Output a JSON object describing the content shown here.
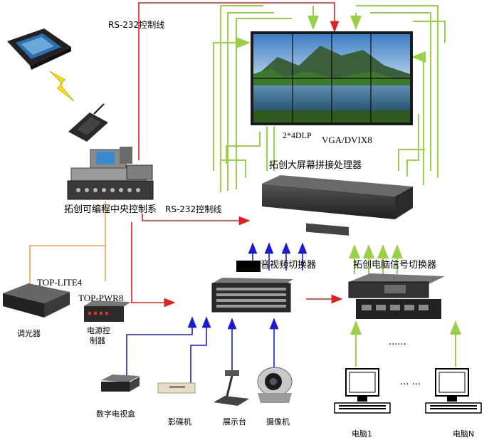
{
  "labels": {
    "rs232_top": "RS-232控制线",
    "rs232_mid": "RS-232控制线",
    "wall_spec": "2*4DLP",
    "wall_input": "VGA/DVIX8",
    "processor": "拓创大屏幕拼接处理器",
    "central": "拓创可编程中央控制系",
    "top_lite": "TOP-LITE4",
    "top_pwr": "TOP-PWR8",
    "dimmer": "调光器",
    "power_ctrl_1": "电源控",
    "power_ctrl_2": "制器",
    "av_switch": "音视频切换器",
    "pc_switch": "拓创电脑信号切换器",
    "dtv": "数字电视盒",
    "dvd": "影碟机",
    "visualizer": "展示台",
    "camera": "摄像机",
    "pc1": "电脑1",
    "pcn": "电脑N",
    "dots_1": "......",
    "dots_2": "... ..."
  },
  "colors": {
    "rs232_line": "#e02020",
    "video_line": "#1b1bd0",
    "vga_line": "#98d048",
    "orange_line": "#f0a050"
  },
  "icons": [
    "touch-panel-icon",
    "wireless-signal-icon",
    "wireless-receiver-icon",
    "central-controller-icon",
    "display-wall-icon",
    "processor-icon",
    "dimmer-icon",
    "power-controller-icon",
    "av-matrix-icon",
    "pc-switch-icon",
    "set-top-box-icon",
    "dvd-player-icon",
    "visualizer-icon",
    "camera-icon",
    "pc-icon"
  ]
}
